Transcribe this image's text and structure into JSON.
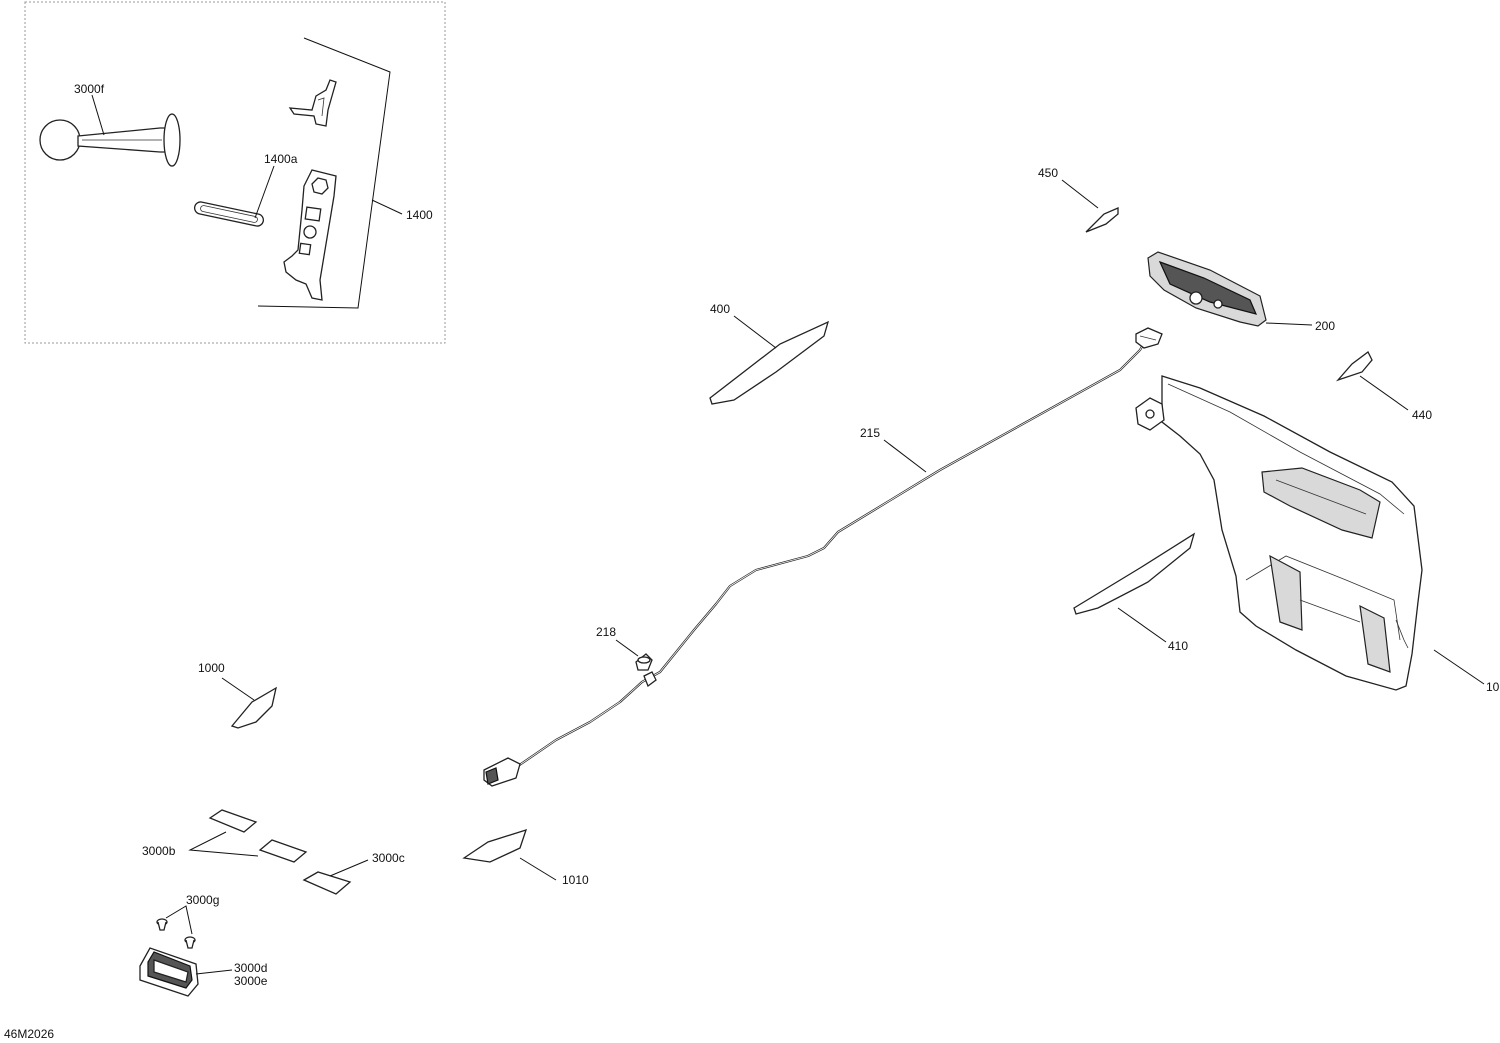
{
  "drawing_id": "46M2026",
  "kit_box": {
    "labels": {
      "horn": "3000f",
      "strap": "1400a",
      "tool_kit": "1400"
    }
  },
  "callouts": {
    "p450": "450",
    "p400": "400",
    "p200": "200",
    "p440": "440",
    "p215": "215",
    "p410": "410",
    "p10": "10",
    "p218": "218",
    "p1000": "1000",
    "p3000b": "3000b",
    "p3000c": "3000c",
    "p1010": "1010",
    "p3000g": "3000g",
    "p3000d": "3000d",
    "p3000e": "3000e"
  },
  "colors": {
    "line": "#111111",
    "kit_box_border": "#999999",
    "background": "#ffffff"
  }
}
